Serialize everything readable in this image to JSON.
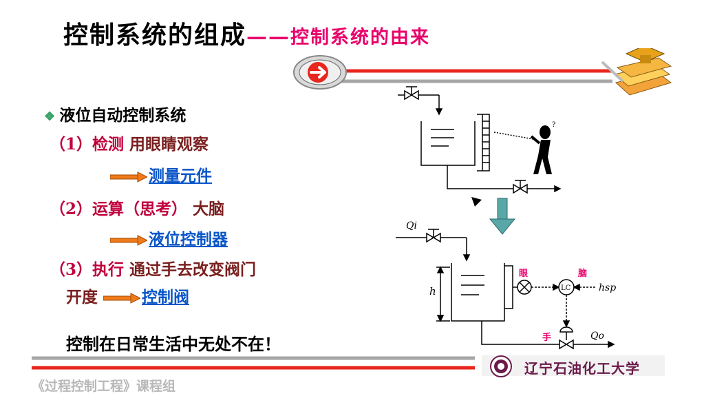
{
  "slide": {
    "title_main": "控制系统的组成",
    "title_dash": "——",
    "title_sub": "控制系统的由来",
    "bullet_heading": "液位自动控制系统",
    "step1_label": "（1）检测",
    "step1_desc": "用眼睛观察",
    "step1_result": "测量元件",
    "step2_label": "（2）运算（思考）",
    "step2_desc": "大脑",
    "step2_result": "液位控制器",
    "step3_label": "（3）执行",
    "step3_desc": "通过手去改变阀门",
    "step3_desc2": "开度",
    "step3_result": "控制阀",
    "conclusion": "控制在日常生活中无处不在！"
  },
  "diagram": {
    "label_eye": "眼",
    "label_brain": "脑",
    "label_hand": "手",
    "label_qi": "Qi",
    "label_qo": "Qo",
    "label_h": "h",
    "label_hsp": "hsp",
    "label_lc": "LC"
  },
  "footer": {
    "course": "《过程控制工程》课程组",
    "university": "辽宁石油化工大学"
  },
  "colors": {
    "accent_red": "#e8006a",
    "link_blue": "#0a56c8",
    "bar_red": "#e8261d",
    "bar_gray": "#a6a6a6",
    "teal_arrow": "#5aa7a8"
  }
}
